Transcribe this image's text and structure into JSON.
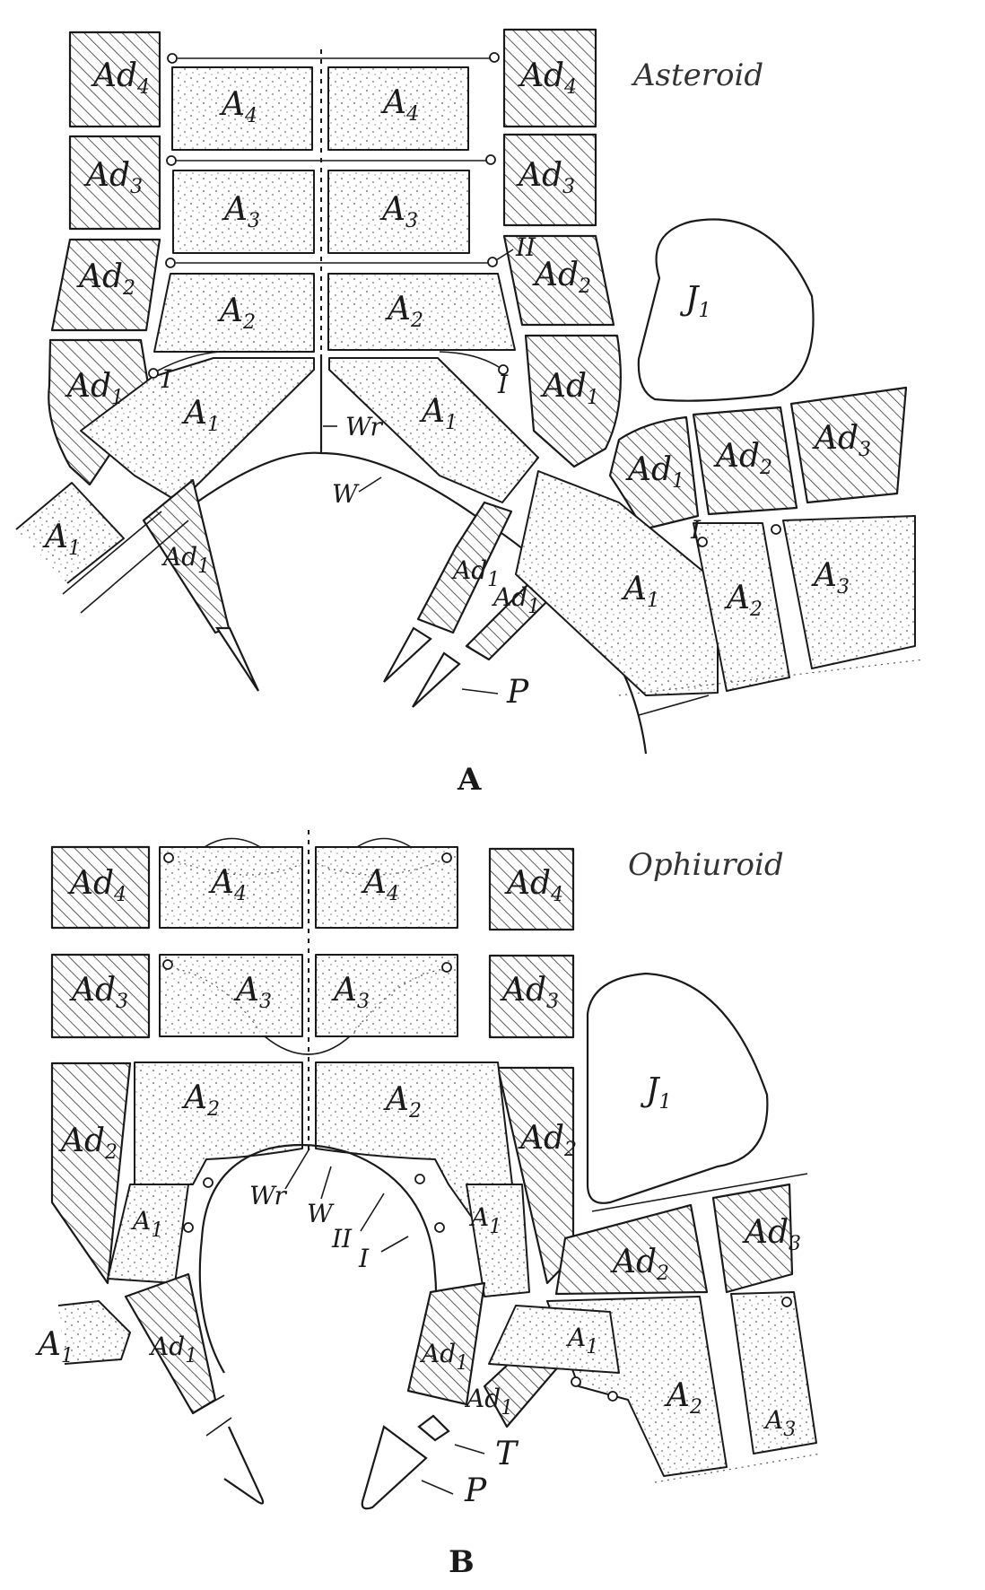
{
  "figure": {
    "panels": [
      {
        "id": "A",
        "panel_label": "A",
        "title": "Asteroid",
        "plates": {
          "ambulacral": [
            "A4",
            "A3",
            "A2",
            "A1"
          ],
          "adambulacral": [
            "Ad4",
            "Ad3",
            "Ad2",
            "Ad1"
          ],
          "interradial": "J1",
          "adjacent_arm_adambulacral": [
            "Ad1",
            "Ad2",
            "Ad3"
          ],
          "adjacent_arm_ambulacral": [
            "A1",
            "A2",
            "A3"
          ]
        },
        "annotations": [
          "I",
          "II",
          "Wr",
          "W",
          "P"
        ]
      },
      {
        "id": "B",
        "panel_label": "B",
        "title": "Ophiuroid",
        "plates": {
          "ambulacral": [
            "A4",
            "A3",
            "A2",
            "A1"
          ],
          "adambulacral": [
            "Ad4",
            "Ad3",
            "Ad2",
            "Ad1"
          ],
          "interradial": "J1",
          "adjacent_arm_adambulacral": [
            "Ad2",
            "Ad3",
            "Ad1"
          ],
          "adjacent_arm_ambulacral": [
            "A1",
            "A2",
            "A3"
          ]
        },
        "annotations": [
          "Wr",
          "W",
          "II",
          "I",
          "T",
          "P"
        ]
      }
    ]
  },
  "labels": {
    "A": "A",
    "Ad": "Ad",
    "s1": "1",
    "s2": "2",
    "s3": "3",
    "s4": "4",
    "J": "J",
    "I": "I",
    "II": "II",
    "Wr": "Wr",
    "W": "W",
    "P": "P",
    "T": "T"
  },
  "panelA": {
    "label": "A",
    "title": "Asteroid"
  },
  "panelB": {
    "label": "B",
    "title": "Ophiuroid"
  }
}
